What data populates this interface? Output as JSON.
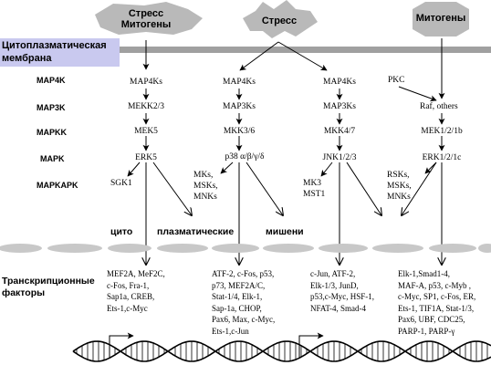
{
  "stimuli": {
    "left": [
      "Стресс",
      "Митогены"
    ],
    "center": "Стресс",
    "right": "Митогены"
  },
  "membrane_label": [
    "Цитоплазматическая",
    "мембрана"
  ],
  "levels": {
    "map4k": "MAP4K",
    "map3k": "MAP3K",
    "mapkk": "MAPKK",
    "mapk": "MAPK",
    "mapkapk": "MAPKAPK"
  },
  "pathway1": {
    "map4k": "MAP4Ks",
    "map3k": "MEKK2/3",
    "mapkk": "MEK5",
    "mapk": "ERK5",
    "substrate": "SGK1"
  },
  "pathway2": {
    "map4k": "MAP4Ks",
    "map3k": "MAP3Ks",
    "mapkk": "MKK3/6",
    "mapk": "p38 α/β/γ/δ",
    "substrates": [
      "MKs,",
      "MSKs,",
      "MNKs"
    ]
  },
  "pathway3": {
    "map4k": "MAP4Ks",
    "map3k": "MAP3Ks",
    "mapkk": "MKK4/7",
    "mapk": "JNK1/2/3",
    "substrates": [
      "MK3",
      "MST1"
    ]
  },
  "pathway4": {
    "pkc": "PKC",
    "map3k": "Raf,  others",
    "mapkk": "MEK1/2/1b",
    "mapk": "ERK1/2/1c",
    "substrates": [
      "RSKs,",
      "MSKs,",
      "MNKs"
    ]
  },
  "targets_words": [
    "цито",
    "плазматические",
    "мишени"
  ],
  "tf_label": [
    "Транскрипционные",
    "факторы"
  ],
  "tf1": [
    "MEF2A,  MeF2C,",
    "c-Fos,  Fra-1,",
    "Sap1a,  CREB,",
    "Ets-1,c-Myc"
  ],
  "tf2": [
    "ATF-2, c-Fos, p53,",
    "p73,  MEF2A/C,",
    "Stat-1/4,  Elk-1,",
    "Sap-1a,  CHOP,",
    "Pax6,  Max,  c-Myc,",
    "Ets-1,c-Jun"
  ],
  "tf3": [
    "c-Jun,  ATF-2,",
    "Elk-1/3, JunD,",
    "p53,c-Myc, HSF-1,",
    "NFAT-4,  Smad-4"
  ],
  "tf4": [
    "Elk-1,Smad1-4,",
    "MAF-A,  p53,  c-Myb ,",
    "c-Myc, SP1, c-Fos, ER,",
    "Ets-1,  TIF1A, Stat-1/3,",
    "Pax6,   UBF,  CDC25,",
    "PARP-1,  PARP-γ"
  ],
  "colors": {
    "membrane_bar": "#a0a0a0",
    "membrane_label_bg": "#c9c9ef",
    "nuclear_ovals": "#c8c8c8",
    "shapes": "#b9b9b9",
    "arrows": "#000000"
  }
}
